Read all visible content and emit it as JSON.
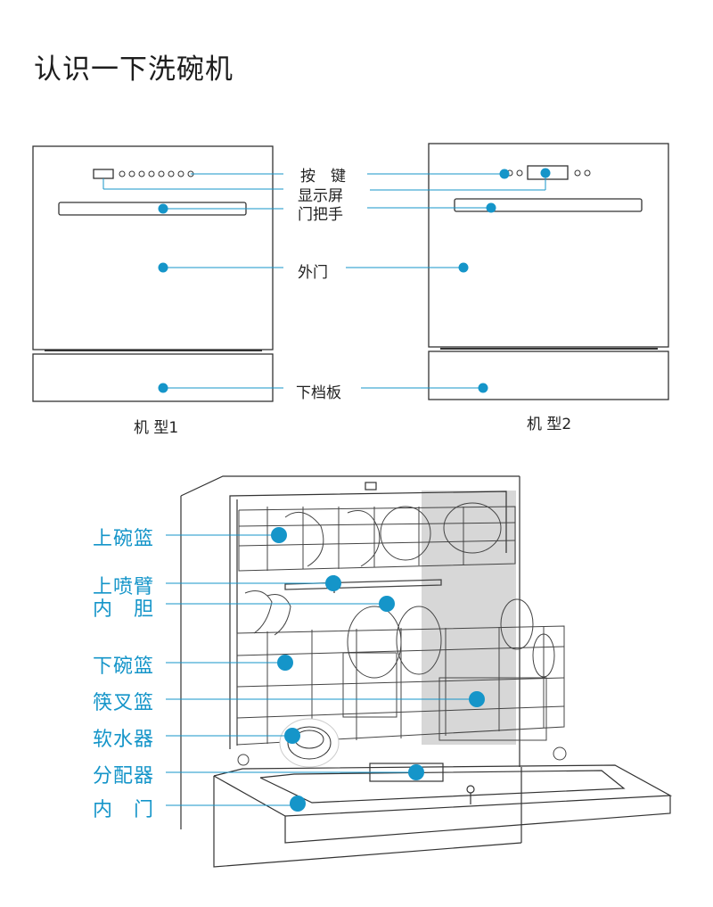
{
  "title": "认识一下洗碗机",
  "top_labels": {
    "keys": "按　键",
    "display": "显示屏",
    "handle": "门把手",
    "outer_door": "外门",
    "kick_plate": "下档板"
  },
  "models": {
    "model1": "机 型1",
    "model2": "机 型2"
  },
  "bottom_labels": {
    "upper_basket": "上碗篮",
    "upper_spray_arm": "上喷臂",
    "inner_tub": "内　胆",
    "lower_basket": "下碗篮",
    "cutlery_basket": "筷叉篮",
    "water_softener": "软水器",
    "dispenser": "分配器",
    "inner_door": "内　门"
  },
  "colors": {
    "accent": "#1595c9",
    "line": "#333333"
  }
}
